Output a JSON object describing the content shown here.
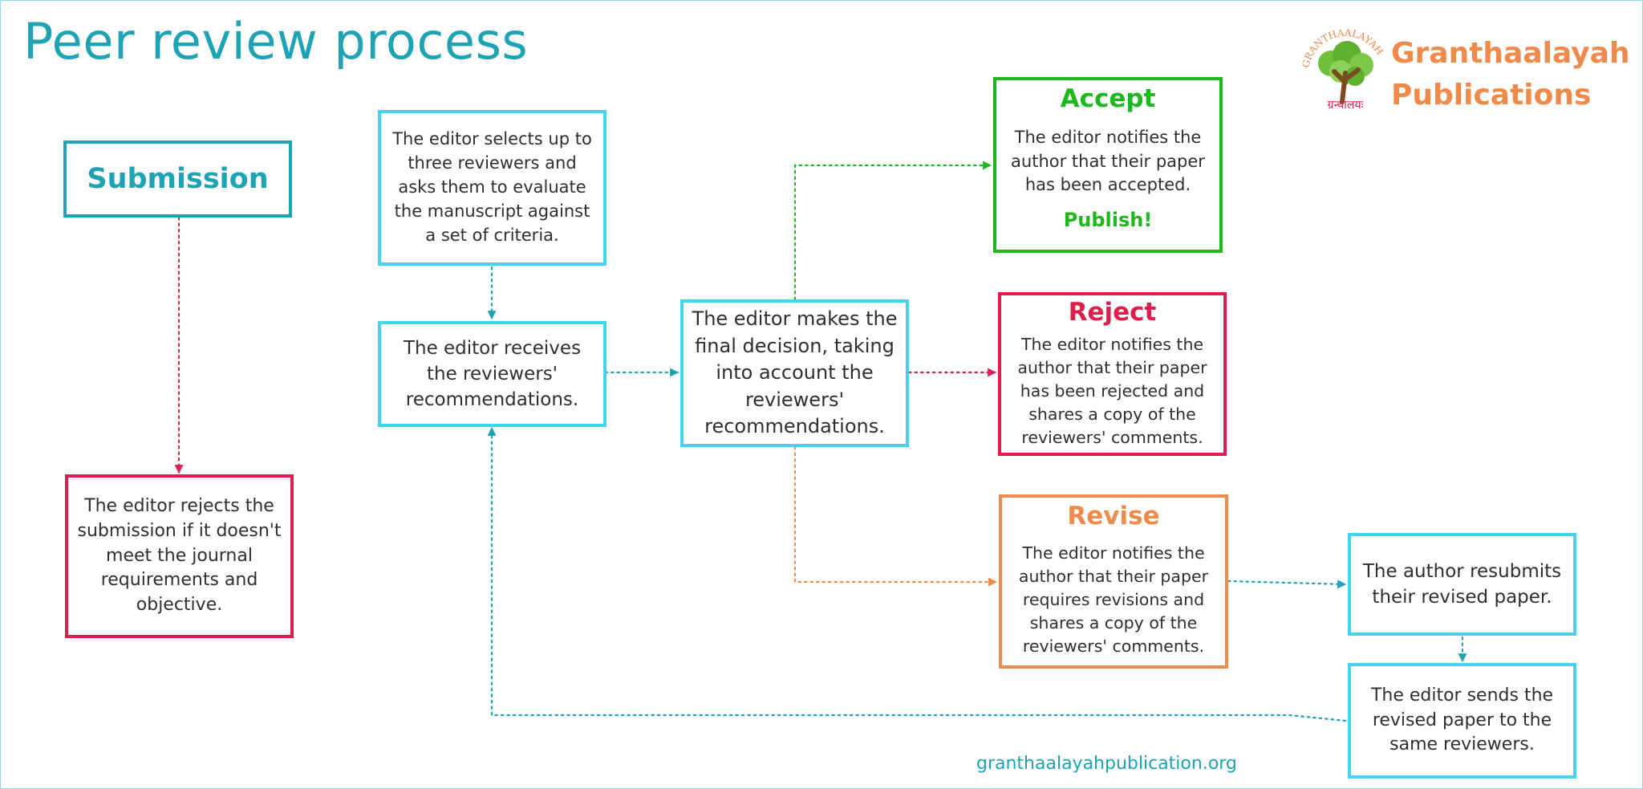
{
  "title": "Peer review process",
  "brand": {
    "line1": "Granthaalayah",
    "line2": "Publications",
    "logo_arc_text": "GRANTHAALAYAH",
    "logo_script_text": "ग्रन्थालयः"
  },
  "footer": "granthaalayahpublication.org",
  "colors": {
    "teal": "#1ea3b4",
    "cyan": "#45d3ee",
    "green": "#1cb81c",
    "red": "#dc1f4d",
    "orange": "#ef8a4a"
  },
  "boxes": {
    "submission": "Submission",
    "editor_rejects": "The editor rejects the submission if it doesn't meet the journal requirements and objective.",
    "select_reviewers": "The editor selects up to three reviewers and asks them to evaluate the manuscript against a set of criteria.",
    "receives": "The editor receives the reviewers' recommendations.",
    "final_decision": "The editor makes the final decision, taking into account the reviewers' recommendations.",
    "accept": {
      "heading": "Accept",
      "text": "The editor notifies the author that their paper has been accepted.",
      "extra": "Publish!"
    },
    "reject": {
      "heading": "Reject",
      "text": "The editor notifies the author that their paper has been rejected and shares a copy of the reviewers' comments."
    },
    "revise": {
      "heading": "Revise",
      "text": "The editor notifies the author that their paper requires revisions and shares a copy of the reviewers' comments."
    },
    "resubmits": "The author resubmits their revised paper.",
    "sends_revised": "The editor sends the revised paper to the same reviewers."
  }
}
